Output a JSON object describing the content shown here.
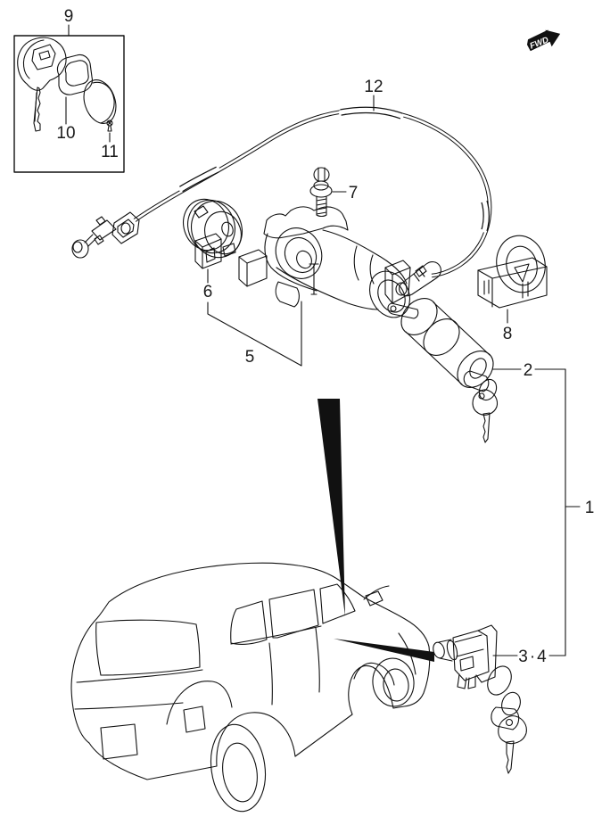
{
  "diagram": {
    "background_color": "#ffffff",
    "line_color": "#111111",
    "fwd_arrow": {
      "label": "FWD"
    },
    "callouts": {
      "key_blank": "9",
      "fob_cover": "10",
      "escutcheon_cover": "11",
      "key_interlock_cable": "12",
      "shear_bolt": "7",
      "ignition_switch": "6",
      "steering_lock_assembly": "5",
      "immobilizer_antenna": "8",
      "steering_lock_cylinder": "2",
      "lock_cylinder_set": "1",
      "door_lock_cylinder": "3·4"
    }
  }
}
